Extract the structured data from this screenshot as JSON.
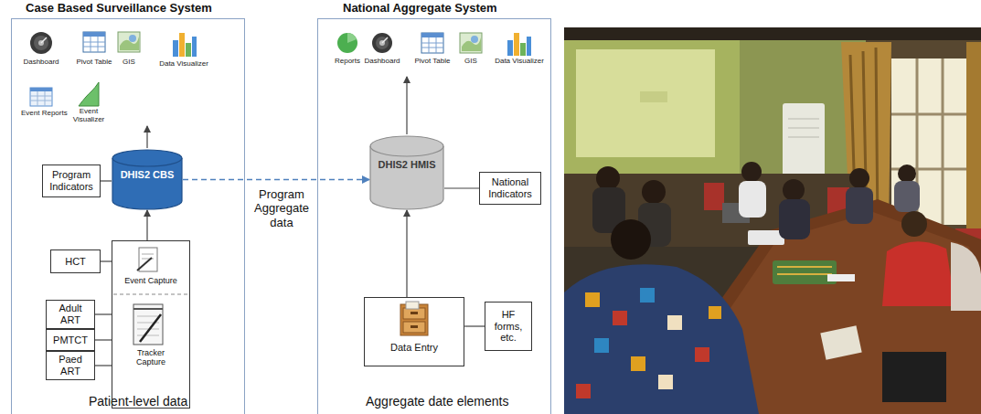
{
  "diagram": {
    "nodes": [
      {
        "text": [
          "Case Based Surveillance System",
          "Patient-level data"
        ]
      },
      {
        "text": [
          "Program Indicators"
        ],
        "in": 0
      },
      {
        "text": [
          "DHIS2 CBS"
        ],
        "in": 0
      },
      {
        "text": [
          "HCT"
        ],
        "in": 0
      },
      {
        "text": [
          "Event Capture",
          "Tracker Capture"
        ],
        "in": 0
      },
      {
        "text": [
          "Adult ART"
        ],
        "in": 0
      },
      {
        "text": [
          "PMTCT"
        ],
        "in": 0
      },
      {
        "text": [
          "Paed ART"
        ],
        "in": 0
      },
      {
        "text": [
          "National Aggregate System",
          "Aggregate date elements"
        ]
      },
      {
        "text": [
          "DHIS2 HMIS"
        ],
        "in": 8
      },
      {
        "text": [
          "National Indicators"
        ],
        "in": 8
      },
      {
        "text": [
          "Data Entry"
        ],
        "in": 8
      },
      {
        "text": [
          "HF forms, etc."
        ],
        "in": 8
      }
    ],
    "edges": [
      {
        "from": 1,
        "to": 2,
        "arrow": "none"
      },
      {
        "from": 4,
        "to": 2,
        "arrow": "to"
      },
      {
        "from": 2,
        "to": 9,
        "label": "Program Aggregate data",
        "arrow": "to"
      },
      {
        "from": 3,
        "to": 4,
        "arrow": "none"
      },
      {
        "from": 5,
        "to": 4,
        "arrow": "none"
      },
      {
        "from": 6,
        "to": 4,
        "arrow": "none"
      },
      {
        "from": 7,
        "to": 4,
        "arrow": "none"
      },
      {
        "from": 10,
        "to": 9,
        "arrow": "none"
      },
      {
        "from": 11,
        "to": 9,
        "arrow": "to"
      },
      {
        "from": 12,
        "to": 11,
        "arrow": "none"
      }
    ],
    "labels": [
      "Dashboard",
      "Pivot Table",
      "GIS",
      "Data Visualizer",
      "Event Reports",
      "Event Visualizer",
      "Reports",
      "Dashboard",
      "Pivot Table",
      "GIS",
      "Data Visualizer"
    ]
  }
}
